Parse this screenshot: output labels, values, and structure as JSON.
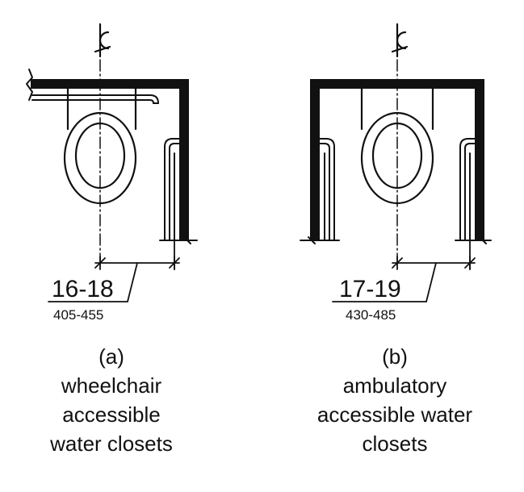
{
  "panels": [
    {
      "id": "a",
      "letter": "(a)",
      "caption_lines": [
        "wheelchair",
        "accessible",
        "water closets"
      ],
      "dimension_in": "16-18",
      "dimension_mm": "405-455"
    },
    {
      "id": "b",
      "letter": "(b)",
      "caption_lines": [
        "ambulatory",
        "accessible water",
        "closets"
      ],
      "dimension_in": "17-19",
      "dimension_mm": "430-485"
    }
  ],
  "centerline_symbol": "centerline-symbol",
  "colors": {
    "line": "#111111",
    "background": "#ffffff"
  }
}
